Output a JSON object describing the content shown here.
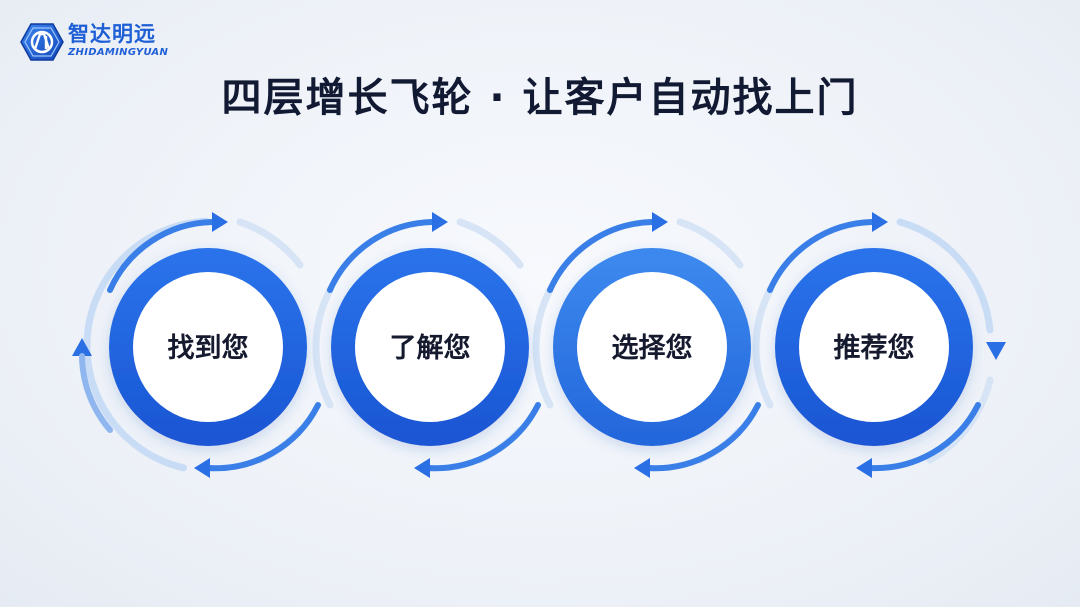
{
  "logo": {
    "name": "智达明远",
    "sub": "ZHIDAMINGYUAN"
  },
  "title": "四层增长飞轮 · 让客户自动找上门",
  "colors": {
    "ring_dark": "#1f63e0",
    "ring_mid": "#2f7ae6",
    "arc_light": "#c3d9f5",
    "arc_fade": "#dbe7f7",
    "arrow": "#2a6fe4",
    "title_text": "#121a33",
    "label_text": "#151a2e"
  },
  "flywheel": {
    "direction": "clockwise",
    "stages": [
      {
        "label": "找到您"
      },
      {
        "label": "了解您"
      },
      {
        "label": "选择您"
      },
      {
        "label": "推荐您"
      }
    ],
    "icons": {
      "forward_arrow": "arrow-right-icon",
      "return_arrow": "arrow-left-icon",
      "start_arrow": "arrow-up-icon",
      "turn_arrow": "arrow-down-icon"
    }
  }
}
